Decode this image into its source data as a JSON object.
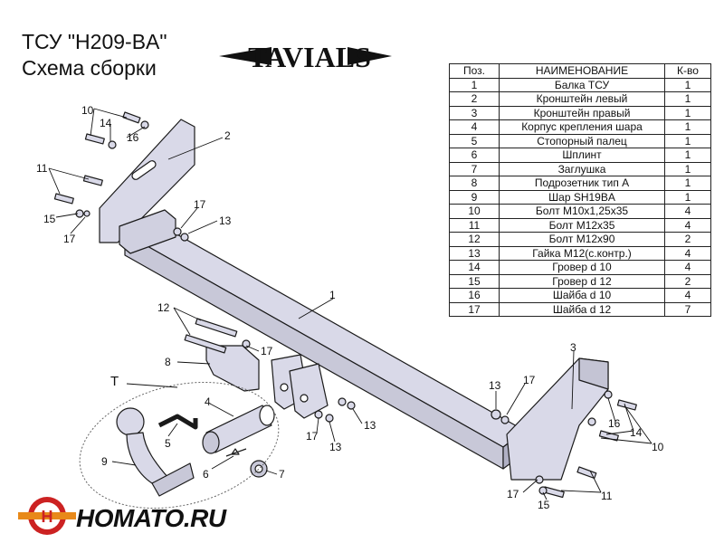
{
  "title_line1": "ТСУ  \"H209-BA\"",
  "title_line2": "Схема сборки",
  "brand": "TAVIALS",
  "table": {
    "headers": [
      "Поз.",
      "НАИМЕНОВАНИЕ",
      "К-во"
    ],
    "rows": [
      [
        "1",
        "Балка ТСУ",
        "1"
      ],
      [
        "2",
        "Кронштейн левый",
        "1"
      ],
      [
        "3",
        "Кронштейн правый",
        "1"
      ],
      [
        "4",
        "Корпус крепления шара",
        "1"
      ],
      [
        "5",
        "Стопорный палец",
        "1"
      ],
      [
        "6",
        "Шплинт",
        "1"
      ],
      [
        "7",
        "Заглушка",
        "1"
      ],
      [
        "8",
        "Подрозетник тип А",
        "1"
      ],
      [
        "9",
        "Шар SH19BA",
        "1"
      ],
      [
        "10",
        "Болт М10х1,25х35",
        "4"
      ],
      [
        "11",
        "Болт М12х35",
        "4"
      ],
      [
        "12",
        "Болт М12х90",
        "2"
      ],
      [
        "13",
        "Гайка М12(с.контр.)",
        "4"
      ],
      [
        "14",
        "Гровер d 10",
        "4"
      ],
      [
        "15",
        "Гровер d 12",
        "2"
      ],
      [
        "16",
        "Шайба d 10",
        "4"
      ],
      [
        "17",
        "Шайба d 12",
        "7"
      ]
    ]
  },
  "callouts": {
    "c1": "1",
    "c2": "2",
    "c3": "3",
    "c4": "4",
    "c5": "5",
    "c6": "6",
    "c7": "7",
    "c8": "8",
    "c9": "9",
    "cT": "T",
    "l10a": "10",
    "l14a": "14",
    "l16a": "16",
    "l11a": "11",
    "l15a": "15",
    "l17a": "17",
    "l17b": "17",
    "l13b": "13",
    "l12c": "12",
    "l17c": "17",
    "l13d": "13",
    "l17d": "17",
    "l17e": "17",
    "l13e": "13",
    "l13f": "13",
    "l16g": "16",
    "l14g": "14",
    "l10g": "10",
    "l17h": "17",
    "l15h": "15",
    "l11h": "11"
  },
  "footer_brand": "HOMATO.RU",
  "colors": {
    "part_fill": "#d9d9e8",
    "line": "#1a1a1a",
    "logo_red": "#cc2222",
    "logo_orange": "#e8891a"
  }
}
